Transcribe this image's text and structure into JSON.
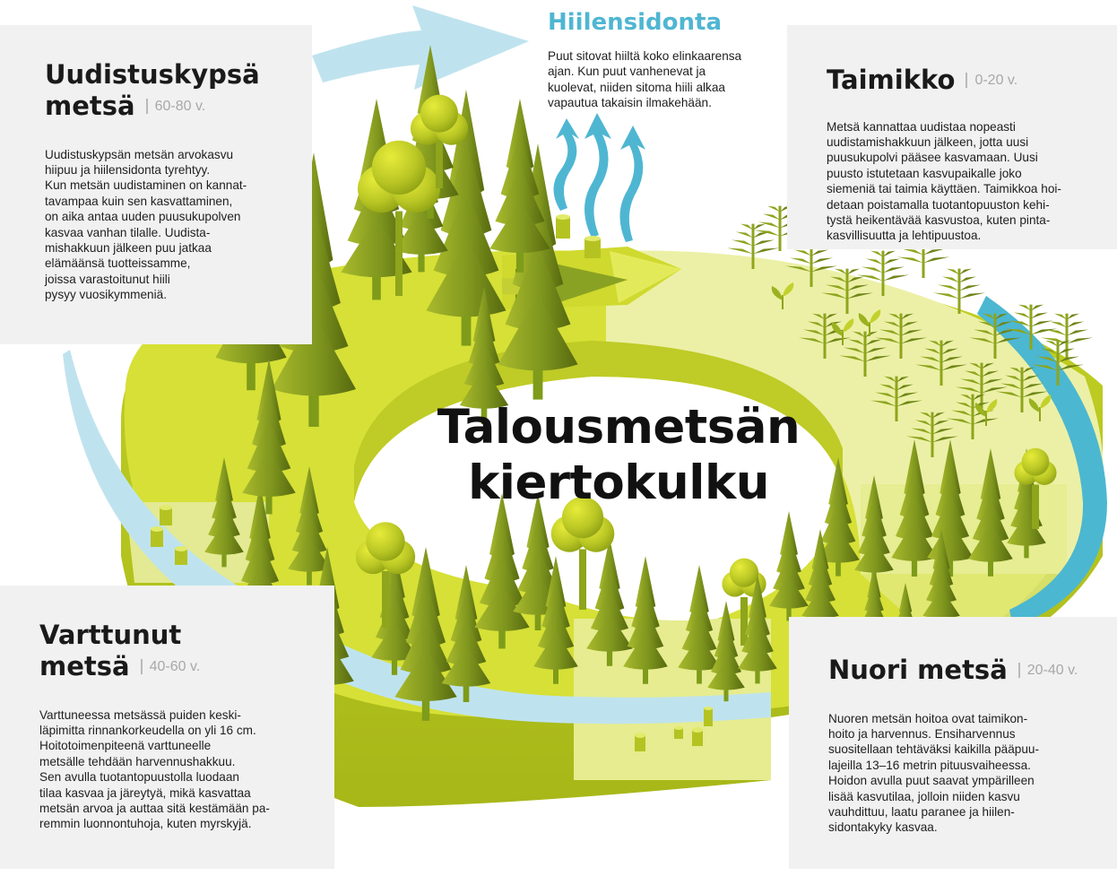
{
  "title_line1": "Talousmetsän",
  "title_line2": "kiertokulku",
  "carbon": {
    "title": "Hiilensidonta",
    "text": "Puut sitovat hiiltä koko elinkaarensa\najan. Kun puut vanhenevat ja\nkuolevat, niiden sitoma hiili alkaa\nvapautua takaisin ilmakehään."
  },
  "stages": {
    "mature": {
      "title_line1": "Uudistuskypsä",
      "title_line2": "metsä",
      "ages": "60-80 v.",
      "text": "Uudistuskypsän metsän arvokasvu\nhiipuu ja hiilensidonta tyrehtyy.\nKun metsän uudistaminen on kannat-\ntavampaa kuin sen kasvattaminen,\non aika antaa uuden puusukupolven\nkasvaa vanhan tilalle. Uudista-\nmishakkuun jälkeen puu jatkaa\nelämäänsä tuotteissamme,\njoissa varastoitunut hiili\npysyy vuosikymmeniä."
    },
    "seedling": {
      "title": "Taimikko",
      "ages": "0-20 v.",
      "text": "Metsä kannattaa uudistaa nopeasti\nuudistamishakkuun jälkeen, jotta uusi\npuusukupolvi pääsee kasvamaan. Uusi\npuusto istutetaan kasvupaikalle joko\nsiemeniä tai taimia käyttäen. Taimikkoa hoi-\ndetaan poistamalla tuotantopuuston kehi-\ntystä heikentävää kasvustoa, kuten pinta-\nkasvillisuutta ja lehtipuustoa."
    },
    "grown": {
      "title_line1": "Varttunut",
      "title_line2": "metsä",
      "ages": "40-60 v.",
      "text": "Varttuneessa metsässä puiden keski-\nläpimitta rinnankorkeudella on yli 16 cm.\nHoitotoimenpiteenä varttuneelle\nmetsälle tehdään harvennushakkuu.\nSen avulla tuotantopuustolla luodaan\ntilaa kasvaa ja järeytyä, mikä kasvattaa\nmetsän arvoa ja auttaa sitä kestämään pa-\nremmin luonnontuhoja, kuten myrskyjä."
    },
    "young": {
      "title": "Nuori metsä",
      "ages": "20-40 v.",
      "text": "Nuoren metsän hoitoa ovat taimikon-\nhoito ja harvennus. Ensiharvennus\nsuositellaan tehtäväksi kaikilla pääpuu-\nlajeilla 13–16 metrin pituusvaiheessa.\nHoidon avulla puut saavat ympärilleen\nlisää kasvutilaa, jolloin niiden kasvu\nvauhdittuu, laatu paranee ja hiilen-\nsidontakyky kasvaa."
    }
  },
  "colors": {
    "ring_top": "#d6e036",
    "ring_side": "#b2c21b",
    "ring_pale": "#ecf0a6",
    "cycle_arrow": "#bfe3ee",
    "cycle_arrow_dark": "#4cb7d1",
    "conifer_light": "#a2b32a",
    "conifer_dark": "#5f7213",
    "trunk": "#7e9b1a",
    "panel_bg": "#f1f1f1",
    "accent": "#4fb6d2"
  }
}
